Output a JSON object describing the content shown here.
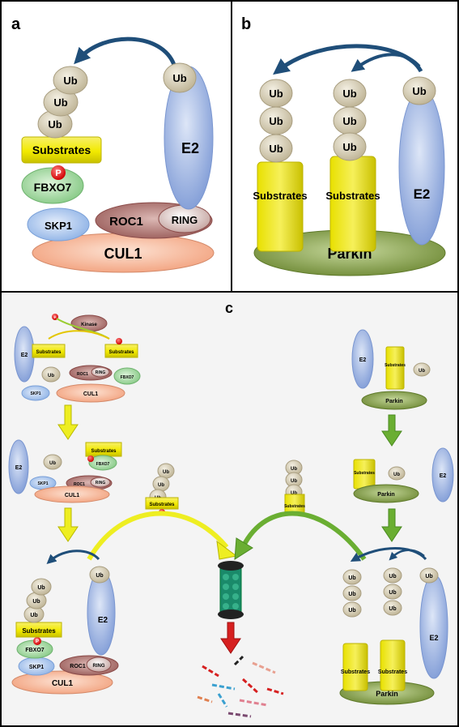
{
  "panels": {
    "a": {
      "letter": "a",
      "ub_labels": [
        "Ub",
        "Ub",
        "Ub",
        "Ub"
      ],
      "substrates": "Substrates",
      "phospho": "P",
      "fbxo7": "FBXO7",
      "skp1": "SKP1",
      "roc1": "ROC1",
      "ring": "RING",
      "cul1": "CUL1",
      "e2": "E2"
    },
    "b": {
      "letter": "b",
      "ub_labels": [
        "Ub",
        "Ub",
        "Ub",
        "Ub",
        "Ub",
        "Ub",
        "Ub"
      ],
      "substrates_left": "Substrates",
      "substrates_right": "Substrates",
      "parkin": "Parkin",
      "e2": "E2"
    },
    "c": {
      "letter": "c",
      "top_left": {
        "kinase": "Kinase",
        "phospho": "P",
        "substrates_left": "Substrates",
        "substrates_right": "Substrates",
        "e2": "E2",
        "ub": "Ub",
        "roc1": "ROC1",
        "ring": "RING",
        "fbxo7": "FBXO7",
        "skp1": "SKP1",
        "cul1": "CUL1"
      },
      "mid_left": {
        "e2": "E2",
        "ub": "Ub",
        "substrates": "Substrates",
        "fbxo7": "FBXO7",
        "skp1": "SKP1",
        "roc1": "ROC1",
        "ring": "RING",
        "cul1": "CUL1"
      },
      "center_left_chain": {
        "ub_labels": [
          "Ub",
          "Ub",
          "Ub"
        ],
        "substrates": "Substrates",
        "phospho": "P"
      },
      "center_right_chain": {
        "ub_labels": [
          "Ub",
          "Ub",
          "Ub"
        ],
        "substrates": "Substrates"
      },
      "bottom_left": {
        "ub_labels": [
          "Ub",
          "Ub",
          "Ub",
          "Ub"
        ],
        "substrates": "Substrates",
        "phospho": "P",
        "fbxo7": "FBXO7",
        "skp1": "SKP1",
        "roc1": "ROC1",
        "ring": "RING",
        "cul1": "CUL1",
        "e2": "E2"
      },
      "top_right": {
        "e2": "E2",
        "substrates": "Substrates",
        "ub": "Ub",
        "parkin": "Parkin"
      },
      "mid_right": {
        "substrates": "Substrates",
        "ub": "Ub",
        "parkin": "Parkin",
        "e2": "E2"
      },
      "bottom_right": {
        "ub_labels": [
          "Ub",
          "Ub",
          "Ub",
          "Ub",
          "Ub",
          "Ub",
          "Ub"
        ],
        "substrates_left": "Substrates",
        "substrates_right": "Substrates",
        "parkin": "Parkin",
        "e2": "E2"
      }
    }
  },
  "colors": {
    "ub": "#d4cdb4",
    "substrate": "#f2ea00",
    "e2": "#8fa8dc",
    "cul1": "#f7b79a",
    "skp1": "#a9c6ec",
    "fbxo7": "#9ad69a",
    "roc1": "#b57a78",
    "parkin": "#7f9a44",
    "phospho": "#e01010",
    "arrow_blue": "#1f4e79",
    "arrow_yellow": "#eeee22",
    "arrow_green": "#6aae32",
    "arrow_red": "#d62020",
    "proteasome": "#1a8a6a"
  }
}
